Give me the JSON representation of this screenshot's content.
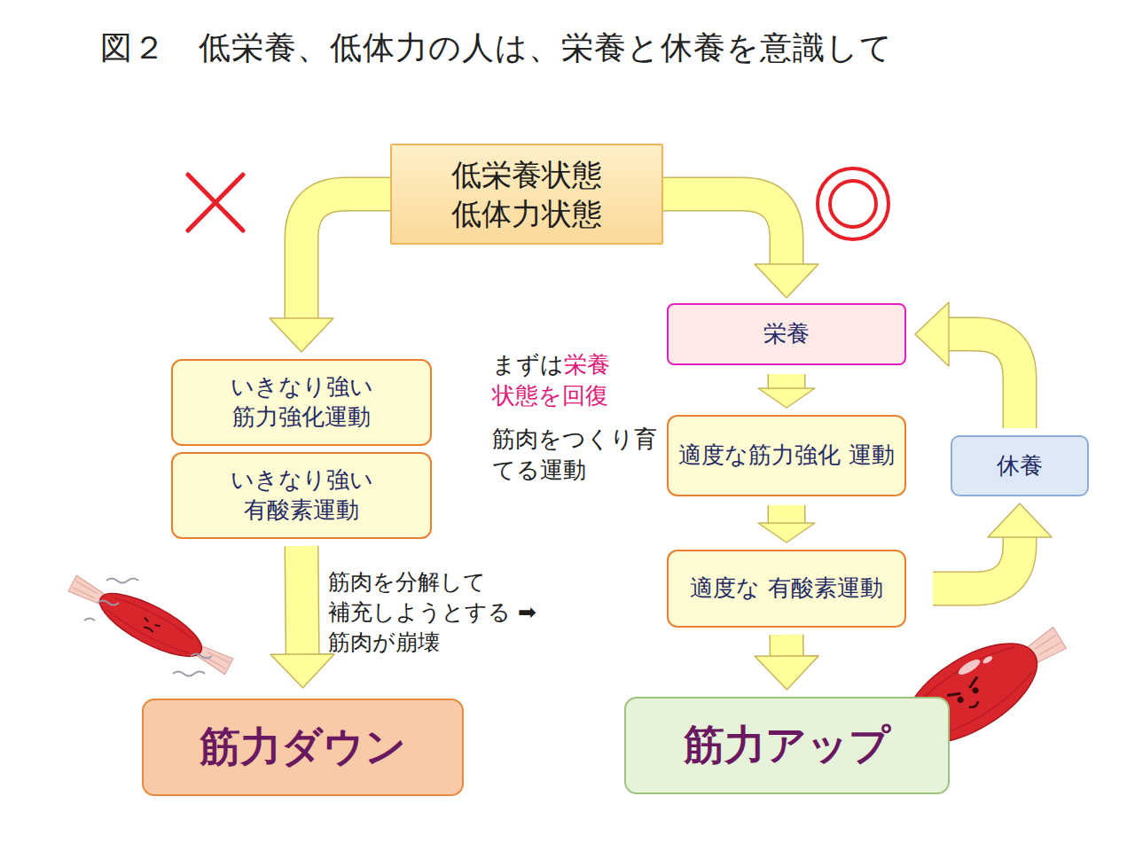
{
  "diagram": {
    "title": "図２　低栄養、低体力の人は、栄養と休養を意識して",
    "nodes": [
      {
        "text": [
          "低栄養状態 低体力状態"
        ]
      },
      {
        "text": [
          "いきなり強い 筋力強化運動"
        ]
      },
      {
        "text": [
          "いきなり強い 有酸素運動"
        ]
      },
      {
        "text": [
          "筋力ダウン"
        ]
      },
      {
        "text": [
          "栄養"
        ]
      },
      {
        "text": [
          "適度な筋力強化 運動"
        ]
      },
      {
        "text": [
          "適度な 有酸素運動"
        ]
      },
      {
        "text": [
          "休養"
        ]
      },
      {
        "text": [
          "筋力アップ"
        ]
      }
    ],
    "edges": [
      {
        "from": 0,
        "to": 1,
        "arrow": "to"
      },
      {
        "from": 2,
        "to": 3,
        "label": "筋肉を分解して 補充しようとする ➡筋肉が崩壊",
        "arrow": "to"
      },
      {
        "from": 0,
        "to": 4,
        "arrow": "to"
      },
      {
        "from": 4,
        "to": 5,
        "arrow": "to"
      },
      {
        "from": 5,
        "to": 6,
        "arrow": "to"
      },
      {
        "from": 6,
        "to": 8,
        "arrow": "to"
      },
      {
        "from": 6,
        "to": 7,
        "arrow": "to"
      },
      {
        "from": 7,
        "to": 4,
        "arrow": "to"
      }
    ],
    "labels": [
      "まずは",
      "栄養 状態を回復",
      "筋肉をつくり育 てる運動"
    ]
  }
}
